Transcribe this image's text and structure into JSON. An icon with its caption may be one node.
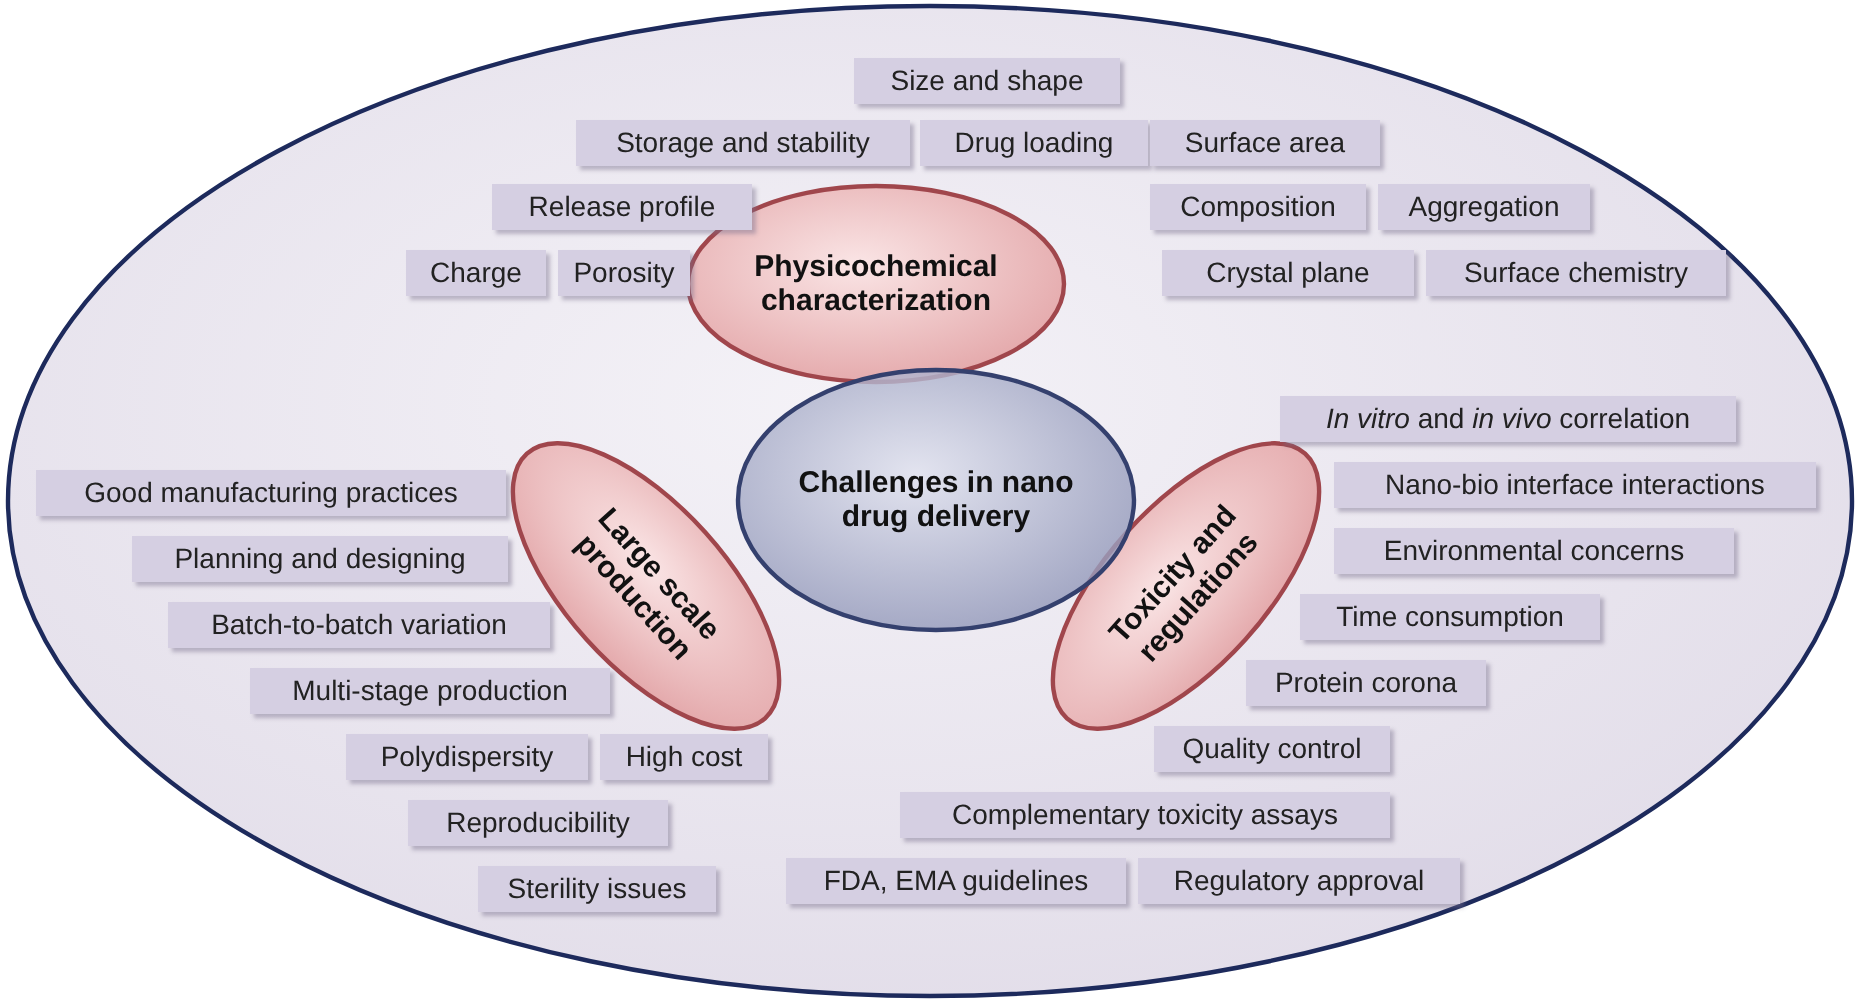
{
  "diagram": {
    "nodes": [
      {
        "text": [],
        "shape": "ellipse"
      },
      {
        "text": [
          "Physicochemical characterization"
        ],
        "in": 0
      },
      {
        "text": [
          "Large scale production"
        ],
        "in": 0
      },
      {
        "text": [
          "Toxicity and regulations"
        ],
        "in": 0
      },
      {
        "text": [
          "Challenges in nano drug delivery"
        ],
        "in": 0
      },
      {
        "text": [
          "Size and shape"
        ],
        "in": 0
      },
      {
        "text": [
          "Storage and stability"
        ],
        "in": 0
      },
      {
        "text": [
          "Drug loading"
        ],
        "in": 0
      },
      {
        "text": [
          "Surface area"
        ],
        "in": 0
      },
      {
        "text": [
          "Release profile"
        ],
        "in": 0
      },
      {
        "text": [
          "Composition"
        ],
        "in": 0
      },
      {
        "text": [
          "Aggregation"
        ],
        "in": 0
      },
      {
        "text": [
          "Charge"
        ],
        "in": 0
      },
      {
        "text": [
          "Porosity"
        ],
        "in": 0
      },
      {
        "text": [
          "Crystal plane"
        ],
        "in": 0
      },
      {
        "text": [
          "Surface chemistry"
        ],
        "in": 0
      },
      {
        "text": [
          "*In vitro* and *in vivo* correlation"
        ],
        "in": 0
      },
      {
        "text": [
          "Good manufacturing practices"
        ],
        "in": 0
      },
      {
        "text": [
          "Nano-bio interface interactions"
        ],
        "in": 0
      },
      {
        "text": [
          "Planning and designing"
        ],
        "in": 0
      },
      {
        "text": [
          "Environmental concerns"
        ],
        "in": 0
      },
      {
        "text": [
          "Batch-to-batch variation"
        ],
        "in": 0
      },
      {
        "text": [
          "Time consumption"
        ],
        "in": 0
      },
      {
        "text": [
          "Multi-stage production"
        ],
        "in": 0
      },
      {
        "text": [
          "Protein corona"
        ],
        "in": 0
      },
      {
        "text": [
          "Polydispersity"
        ],
        "in": 0
      },
      {
        "text": [
          "High cost"
        ],
        "in": 0
      },
      {
        "text": [
          "Quality control"
        ],
        "in": 0
      },
      {
        "text": [
          "Reproducibility"
        ],
        "in": 0
      },
      {
        "text": [
          "Complementary toxicity assays"
        ],
        "in": 0
      },
      {
        "text": [
          "Sterility issues"
        ],
        "in": 0
      },
      {
        "text": [
          "FDA, EMA guidelines"
        ],
        "in": 0
      },
      {
        "text": [
          "Regulatory approval"
        ],
        "in": 0
      }
    ],
    "edges": []
  }
}
